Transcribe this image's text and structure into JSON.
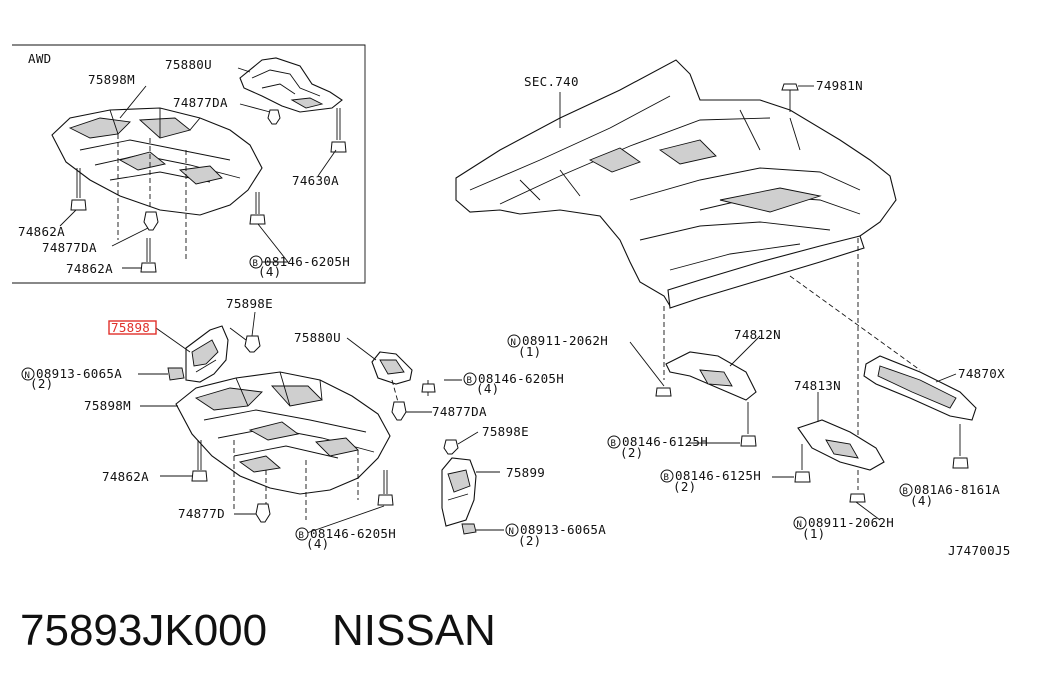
{
  "inset": {
    "tag": "AWD",
    "labels": {
      "p75898M": "75898M",
      "p75880U": "75880U",
      "p74877DA_a": "74877DA",
      "p74630A": "74630A",
      "p74862A_a": "74862A",
      "p74877DA_b": "74877DA",
      "p74862A_b": "74862A",
      "p08146_6205H": "08146-6205H",
      "p08146_6205H_qty": "(4)"
    }
  },
  "main": {
    "highlighted_part": "75898",
    "labels": {
      "p75898E_a": "75898E",
      "p08913_6065A_a": "08913-6065A",
      "p08913_6065A_a_qty": "(2)",
      "p75898M": "75898M",
      "p74862A": "74862A",
      "p74877D": "74877D",
      "p75880U": "75880U",
      "p08146_6205H_a": "08146-6205H",
      "p08146_6205H_a_qty": "(4)",
      "p74877DA": "74877DA",
      "p75898E_b": "75898E",
      "p75899": "75899",
      "p08146_6205H_b": "08146-6205H",
      "p08146_6205H_b_qty": "(4)",
      "p08913_6065A_b": "08913-6065A",
      "p08913_6065A_b_qty": "(2)",
      "sec740": "SEC.740",
      "p74981N": "74981N",
      "p08911_2062H_a": "08911-2062H",
      "p08911_2062H_a_qty": "(1)",
      "p74812N": "74812N",
      "p74870X": "74870X",
      "p74813N": "74813N",
      "p08146_6125H_a": "08146-6125H",
      "p08146_6125H_a_qty": "(2)",
      "p08146_6125H_b": "08146-6125H",
      "p08146_6125H_b_qty": "(2)",
      "p081A6_8161A": "081A6-8161A",
      "p081A6_8161A_qty": "(4)",
      "p08911_2062H_b": "08911-2062H",
      "p08911_2062H_b_qty": "(1)",
      "drawing_code": "J74700J5"
    },
    "prefix_B": "B",
    "prefix_N": "N"
  },
  "footer": {
    "part_number": "75893JK000",
    "brand": "NISSAN"
  },
  "colors": {
    "highlight": "#e0302a",
    "ink": "#111111"
  }
}
